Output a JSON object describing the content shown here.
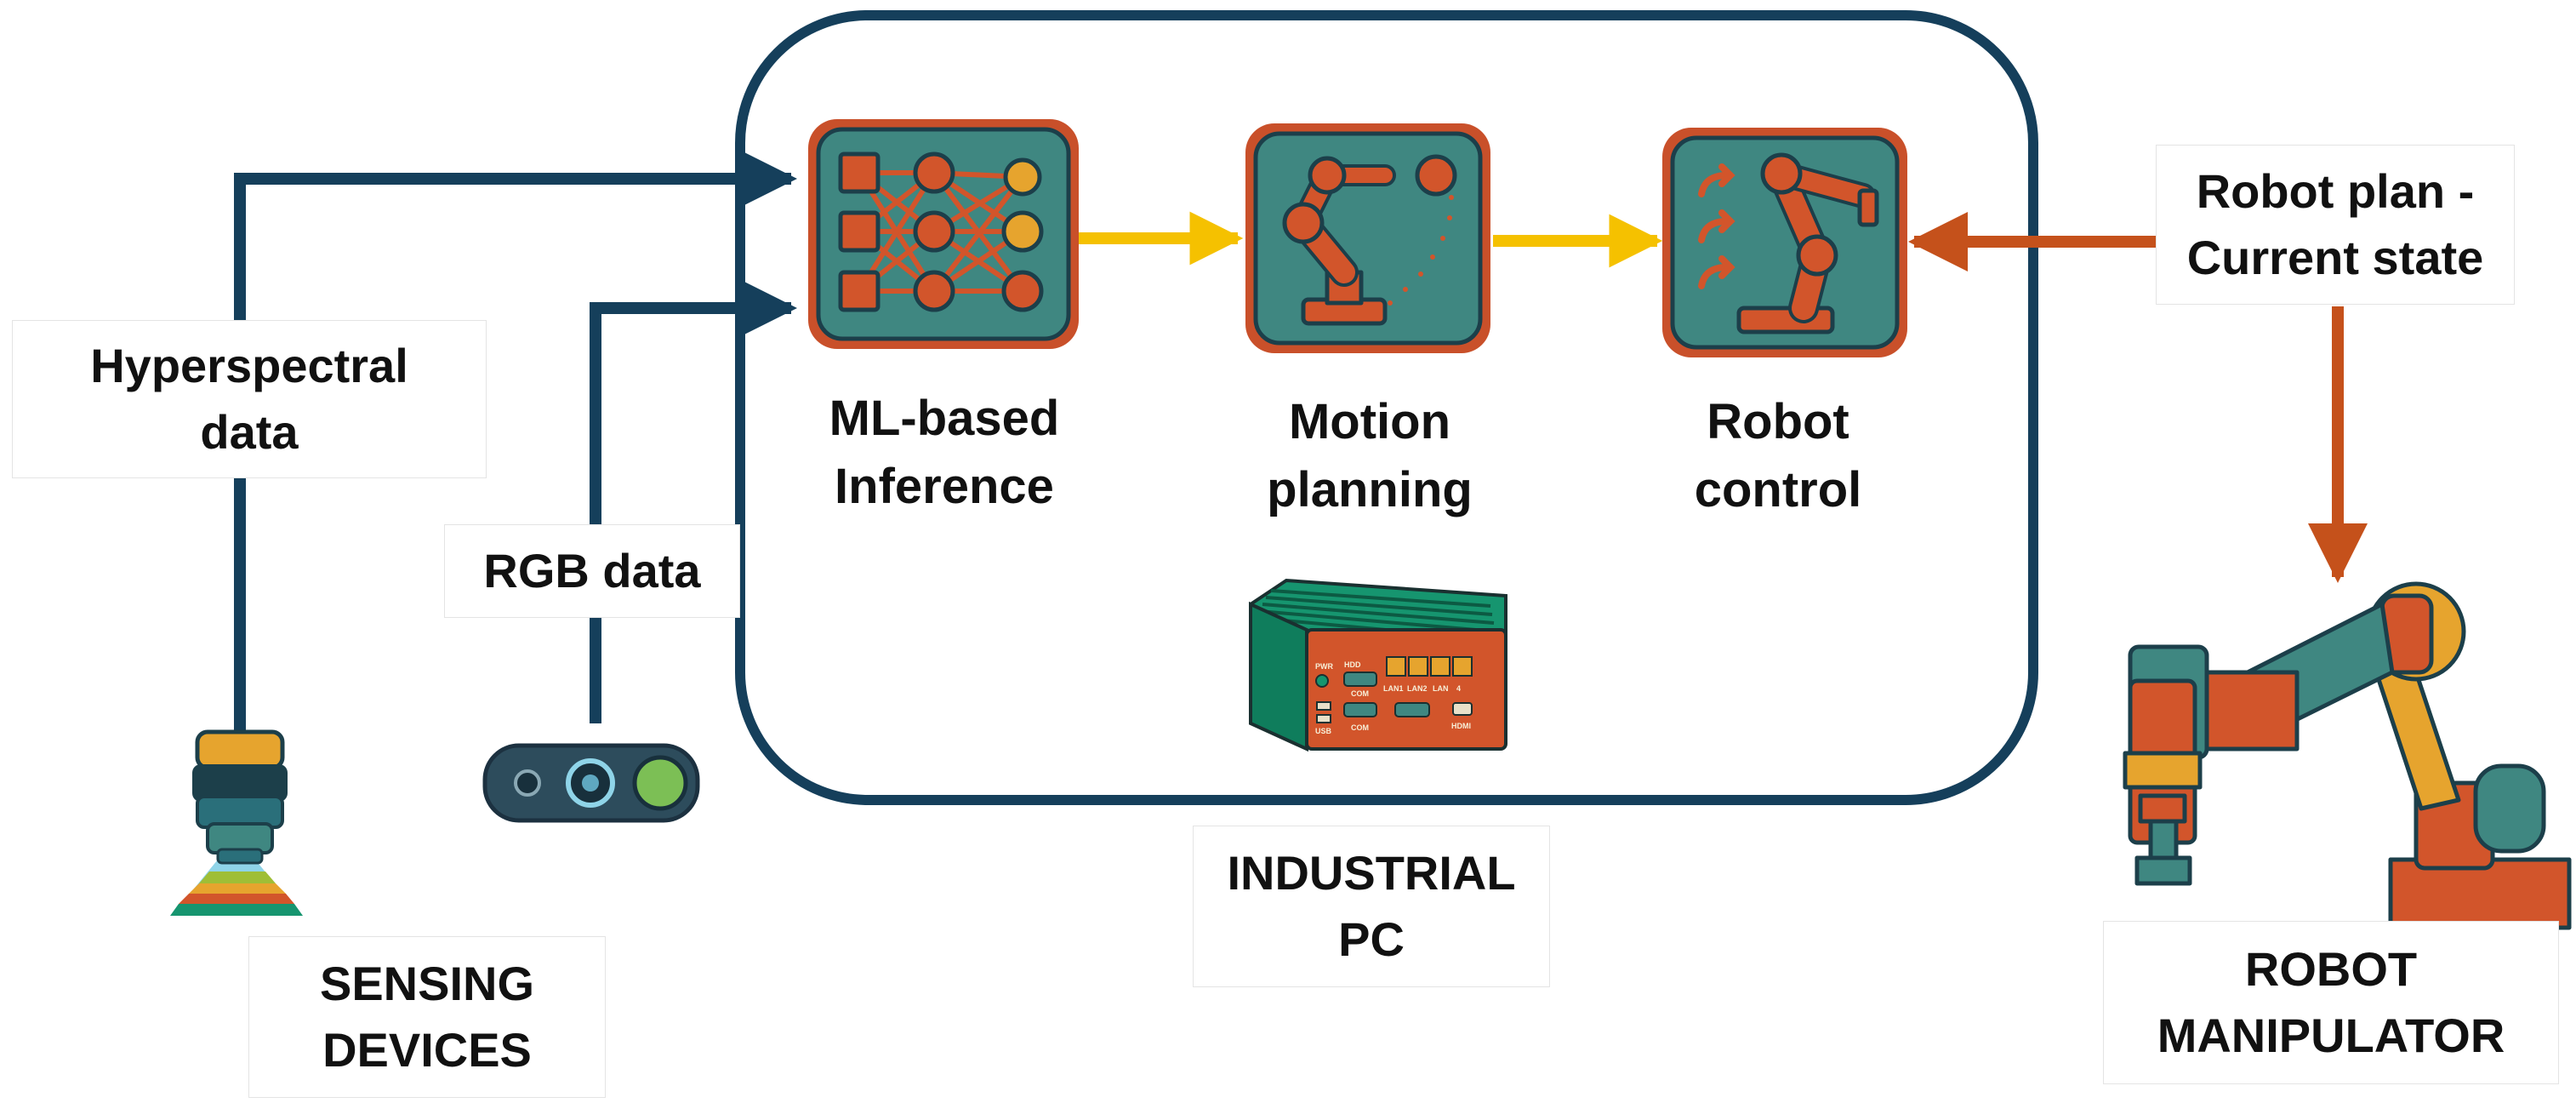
{
  "colors": {
    "dark_blue": "#153f5b",
    "orange": "#c5511b",
    "yellow": "#f5c100",
    "teal": "#3f8781",
    "icon_orange": "#d2552b",
    "icon_gold": "#e6a42e",
    "pc_green": "#16956f"
  },
  "labels": {
    "hyperspectral": [
      "Hyperspectral",
      "data"
    ],
    "rgb": "RGB data",
    "sensing_devices": [
      "SENSING",
      "DEVICES"
    ],
    "industrial_pc": [
      "INDUSTRIAL",
      "PC"
    ],
    "robot_plan": [
      "Robot plan -",
      "Current state"
    ],
    "robot_manipulator": [
      "ROBOT",
      "MANIPULATOR"
    ]
  },
  "nodes": {
    "ml": [
      "ML-based",
      "Inference"
    ],
    "motion": [
      "Motion",
      "planning"
    ],
    "control": [
      "Robot",
      "control"
    ]
  },
  "pc_ports": {
    "pwr": "PWR",
    "hdd": "HDD",
    "com1": "COM",
    "lan1": "LAN1",
    "lan2": "LAN2",
    "lan3": "LAN",
    "lan4": "4",
    "usb": "USB",
    "com2": "COM",
    "hdmi": "HDMI"
  },
  "icons": [
    "neural-network-icon",
    "robot-arm-path-icon",
    "robot-arm-control-icon",
    "industrial-pc-icon",
    "hyperspectral-camera-icon",
    "rgb-camera-icon",
    "robot-manipulator-icon"
  ]
}
